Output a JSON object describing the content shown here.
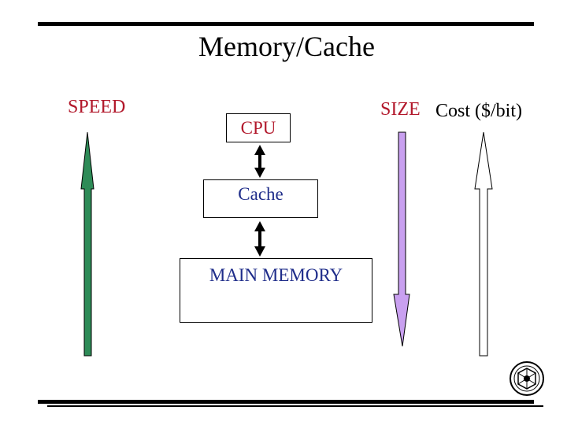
{
  "title": "Memory/Cache",
  "labels": {
    "speed": "SPEED",
    "size": "SIZE",
    "cost": "Cost ($/bit)"
  },
  "boxes": {
    "cpu": "CPU",
    "cache": "Cache",
    "main_memory": "MAIN MEMORY"
  },
  "colors": {
    "speed_arrow": "#2e8b57",
    "size_arrow": "#c9a0f0",
    "cost_arrow": "#ffffff",
    "label_red": "#b2182b",
    "label_blue": "#1f2d8a"
  },
  "icons": {
    "corner_logo": "university-seal-icon"
  }
}
